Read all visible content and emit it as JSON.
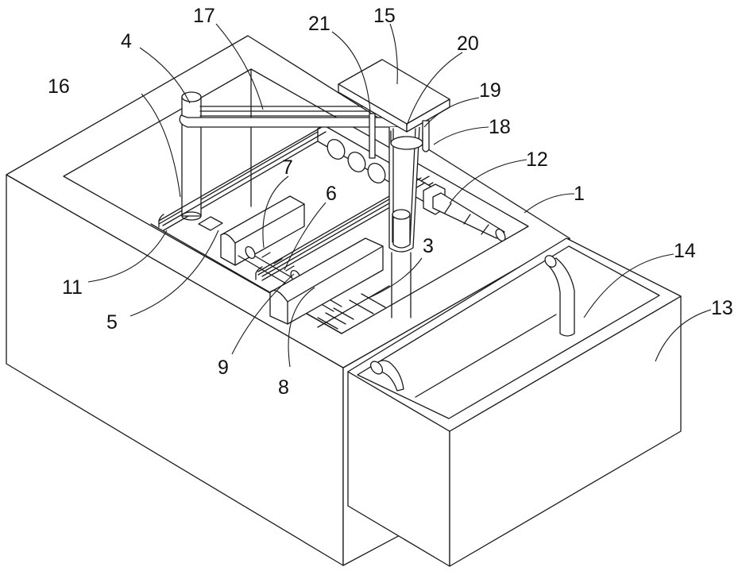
{
  "figure": {
    "type": "patent isometric line drawing",
    "description": "Cleaning/processing tank apparatus with overhead arm, rollers and detachable side collection box",
    "line_color": "#1a1a1a",
    "background": "#ffffff"
  },
  "labels": {
    "l1": "1",
    "l3": "3",
    "l4": "4",
    "l5": "5",
    "l6": "6",
    "l7": "7",
    "l8": "8",
    "l9": "9",
    "l11": "11",
    "l12": "12",
    "l13": "13",
    "l14": "14",
    "l15": "15",
    "l16": "16",
    "l17": "17",
    "l18": "18",
    "l19": "19",
    "l20": "20",
    "l21": "21"
  }
}
